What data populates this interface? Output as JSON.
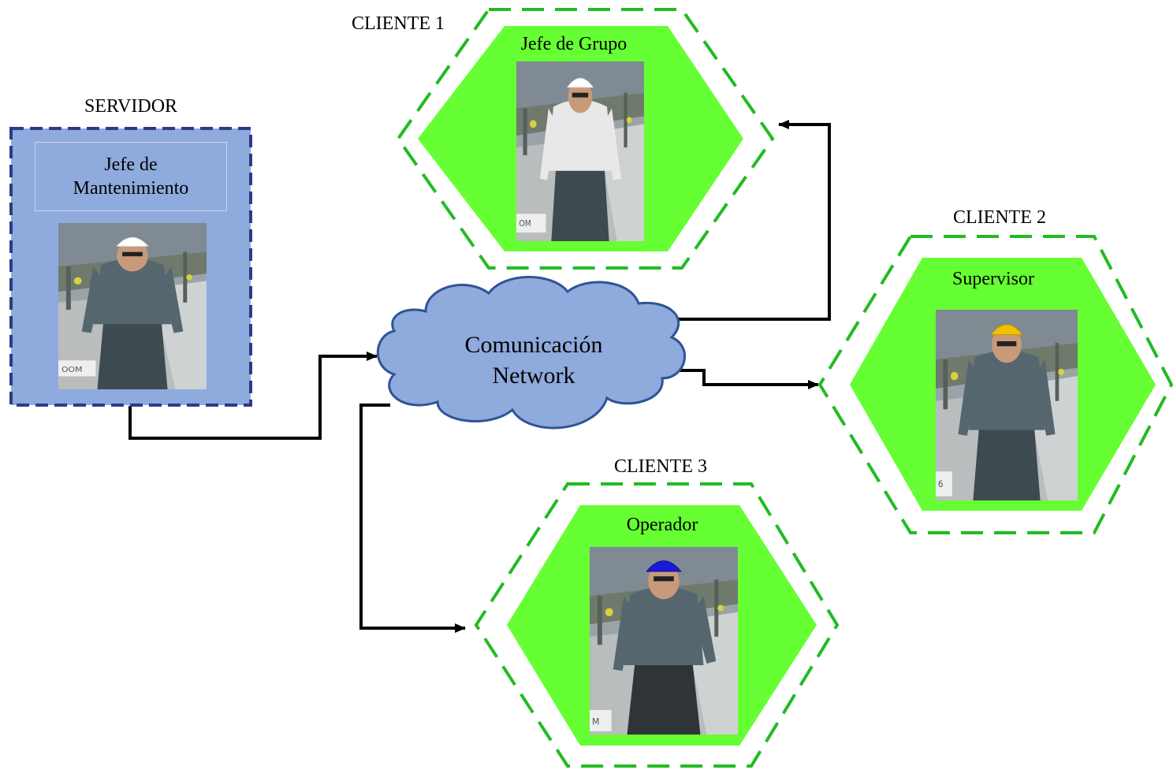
{
  "server": {
    "caption": "SERVIDOR",
    "role_line1": "Jefe de",
    "role_line2": "Mantenimiento",
    "sign_text": "OOM"
  },
  "network": {
    "line1": "Comunicación",
    "line2": "Network"
  },
  "clients": [
    {
      "caption": "CLIENTE 1",
      "role": "Jefe de Grupo",
      "helmet_color": "#ffffff",
      "shirt_color": "#e8e8e8",
      "sign_text": "OM"
    },
    {
      "caption": "CLIENTE 2",
      "role": "Supervisor",
      "helmet_color": "#f2c200",
      "shirt_color": "#55666e",
      "sign_text": "6"
    },
    {
      "caption": "CLIENTE 3",
      "role": "Operador",
      "helmet_color": "#1a1adc",
      "shirt_color": "#55666e",
      "sign_text": "M"
    }
  ],
  "colors": {
    "server_fill": "#8faadc",
    "server_border": "#2f3b86",
    "cloud_fill": "#8faadc",
    "cloud_stroke": "#2f5496",
    "hex_fill": "#66ff33",
    "hex_dash": "#22bb22",
    "connector": "#000000"
  }
}
